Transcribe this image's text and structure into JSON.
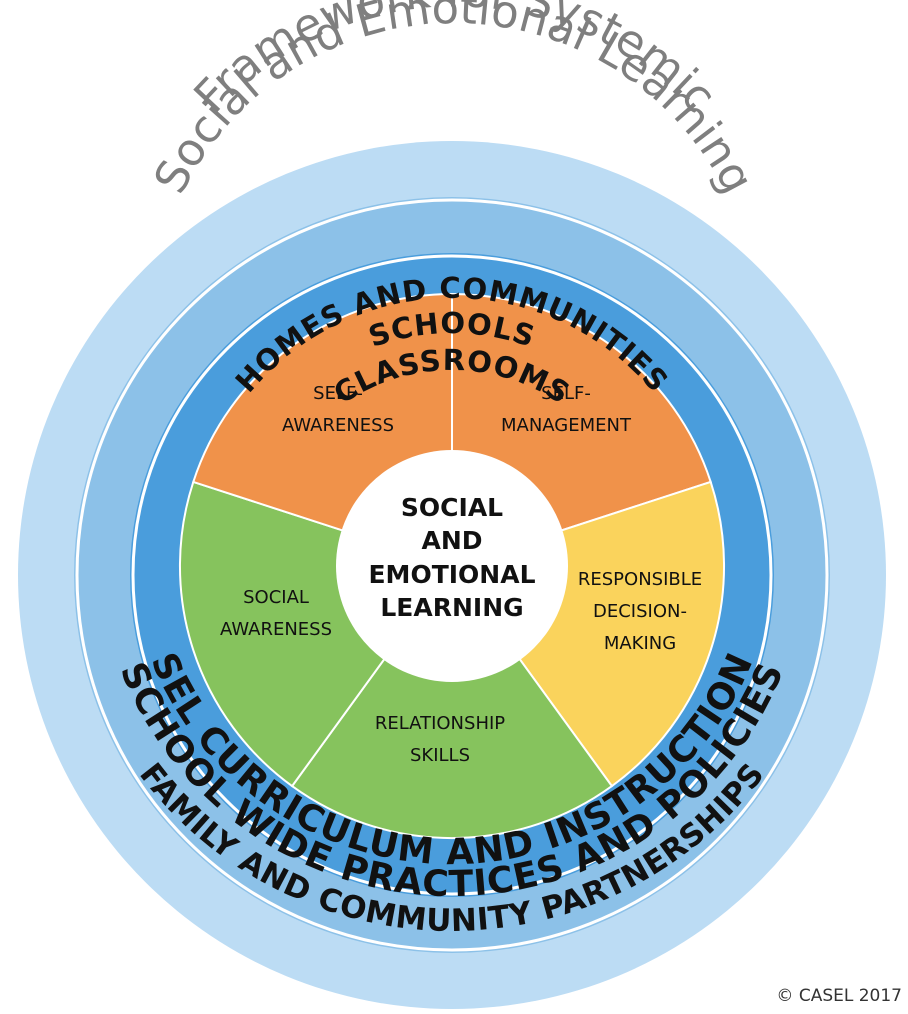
{
  "title": {
    "line1": "Framework for Systemic",
    "line2": "Social and Emotional Learning"
  },
  "rings": {
    "outer_top": "HOMES AND COMMUNITIES",
    "outer_bottom": "FAMILY AND COMMUNITY PARTNERSHIPS",
    "middle_top": "SCHOOLS",
    "middle_bottom": "SCHOOL WIDE PRACTICES AND POLICIES",
    "inner_top": "CLASSROOMS",
    "inner_bottom": "SEL CURRICULUM AND INSTRUCTION"
  },
  "segments": [
    {
      "line1": "SELF-",
      "line2": "AWARENESS",
      "color": "#f0924a"
    },
    {
      "line1": "SELF-",
      "line2": "MANAGEMENT",
      "color": "#f0924a"
    },
    {
      "line1": "RESPONSIBLE",
      "line2": "DECISION-",
      "line3": "MAKING",
      "color": "#fad35c"
    },
    {
      "line1": "RELATIONSHIP",
      "line2": "SKILLS",
      "color": "#86c35d"
    },
    {
      "line1": "SOCIAL",
      "line2": "AWARENESS",
      "color": "#86c35d"
    }
  ],
  "center": {
    "line1": "SOCIAL",
    "line2": "AND",
    "line3": "EMOTIONAL",
    "line4": "LEARNING"
  },
  "colors": {
    "outer_ring": "#bcdcf4",
    "middle_ring": "#8cc1e8",
    "inner_ring": "#4a9ddc",
    "title": "#7f7f7f"
  },
  "copyright": "© CASEL 2017"
}
